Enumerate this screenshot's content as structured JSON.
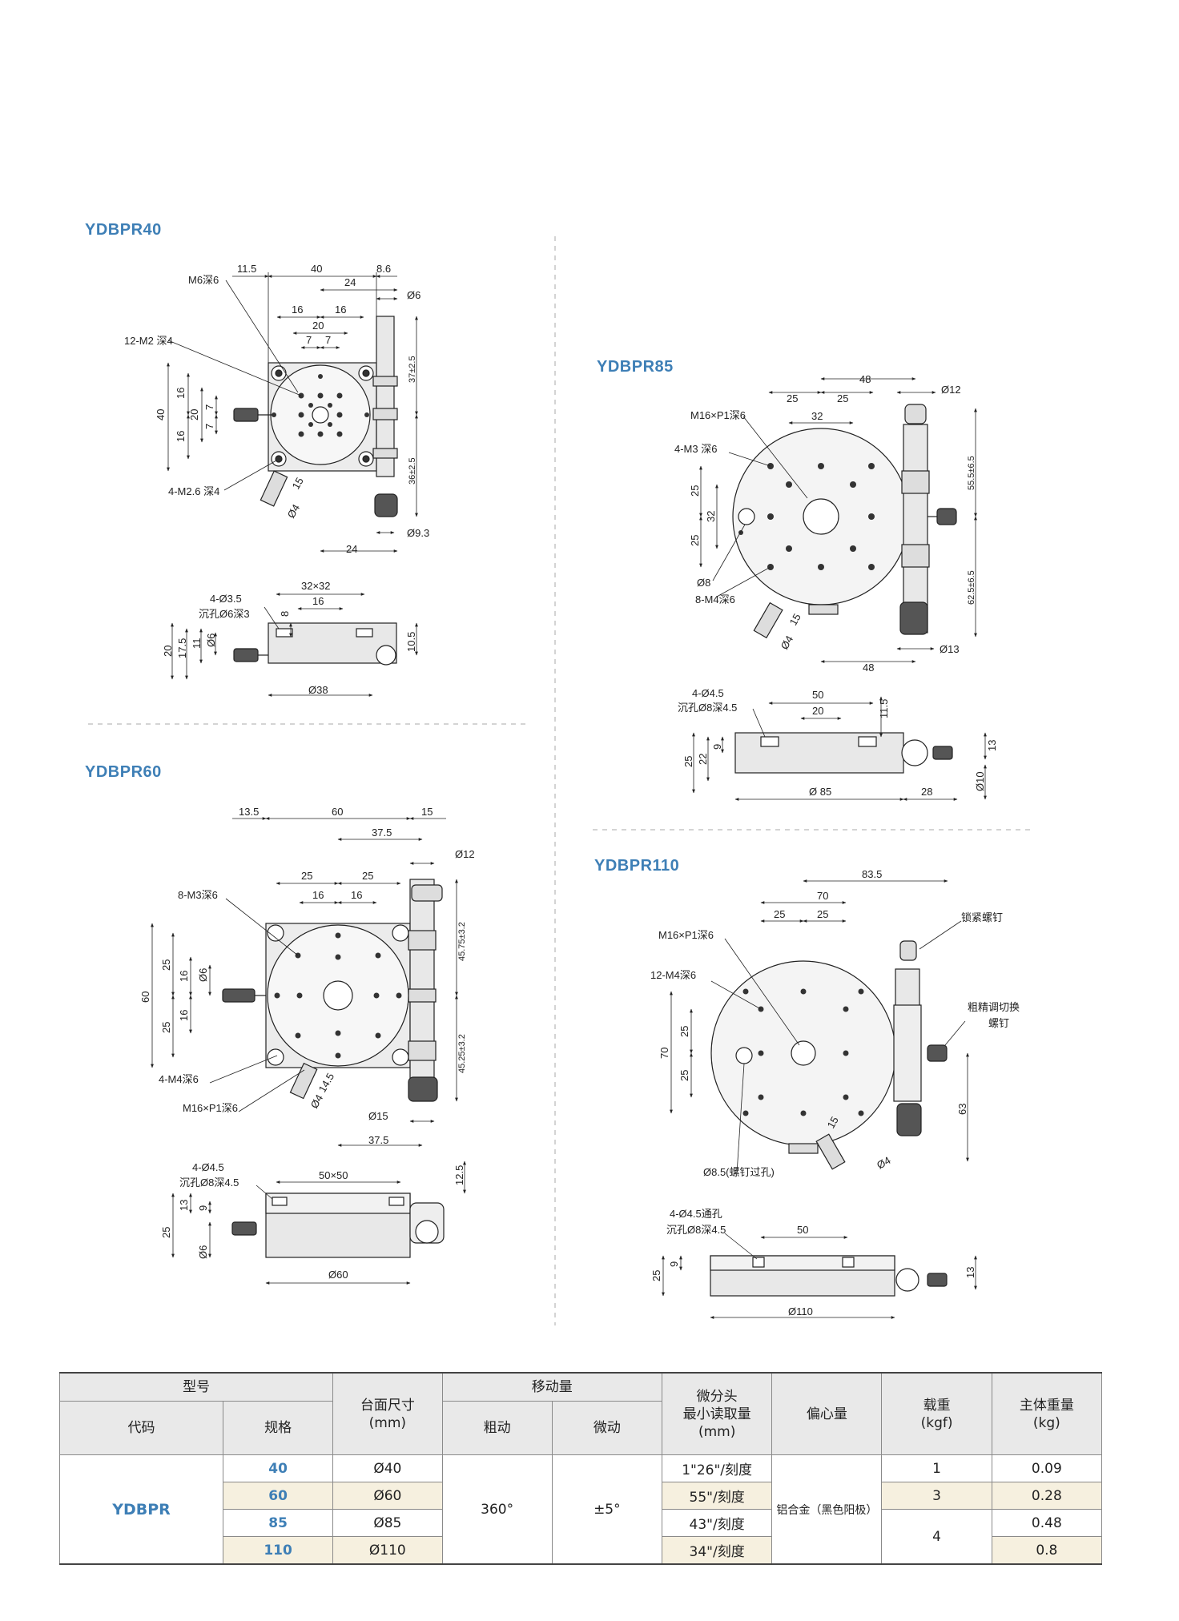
{
  "drawings": {
    "ydbpr40": {
      "title": "YDBPR40",
      "top_view": {
        "dims": [
          "11.5",
          "40",
          "8.6",
          "24",
          "Ø6",
          "16",
          "16",
          "20",
          "7",
          "7",
          "16",
          "7",
          "7",
          "16",
          "20",
          "40",
          "37±2.5",
          "36±2.5",
          "24",
          "Ø9.3",
          "Ø4",
          "15"
        ],
        "notes": [
          "M6深6",
          "12-M2 深4",
          "4-M2.6 深4"
        ]
      },
      "side_view": {
        "dims": [
          "32×32",
          "16",
          "8",
          "20",
          "17.5",
          "11",
          "Ø6",
          "10.5",
          "Ø38"
        ],
        "notes": [
          "4-Ø3.5",
          "沉孔Ø6深3"
        ]
      }
    },
    "ydbpr85": {
      "title": "YDBPR85",
      "top_view": {
        "dims": [
          "48",
          "25",
          "25",
          "Ø12",
          "32",
          "25",
          "32",
          "25",
          "55.5±6.5",
          "62.5±6.5",
          "Ø8",
          "15",
          "Ø4",
          "Ø13",
          "48"
        ],
        "notes": [
          "M16×P1深6",
          "4-M3 深6",
          "8-M4深6"
        ]
      },
      "side_view": {
        "dims": [
          "50",
          "20",
          "11.5",
          "9",
          "22",
          "25",
          "Ø 85",
          "28",
          "13",
          "Ø10"
        ],
        "notes": [
          "4-Ø4.5",
          "沉孔Ø8深4.5"
        ]
      }
    },
    "ydbpr60": {
      "title": "YDBPR60",
      "top_view": {
        "dims": [
          "13.5",
          "60",
          "15",
          "37.5",
          "Ø12",
          "25",
          "25",
          "16",
          "16",
          "25",
          "16",
          "Ø6",
          "16",
          "25",
          "60",
          "45.75±3.2",
          "45.25±3.2",
          "14.5",
          "Ø4",
          "Ø15",
          "37.5"
        ],
        "notes": [
          "8-M3深6",
          "4-M4深6",
          "M16×P1深6"
        ]
      },
      "side_view": {
        "dims": [
          "50×50",
          "12.5",
          "9",
          "13",
          "25",
          "Ø6",
          "Ø60"
        ],
        "notes": [
          "4-Ø4.5",
          "沉孔Ø8深4.5"
        ]
      }
    },
    "ydbpr110": {
      "title": "YDBPR110",
      "top_view": {
        "dims": [
          "83.5",
          "70",
          "25",
          "25",
          "25",
          "25",
          "70",
          "63",
          "15",
          "Ø4"
        ],
        "notes": [
          "M16×P1深6",
          "12-M4深6",
          "锁紧螺钉",
          "粗精调切换",
          "螺钉",
          "Ø8.5(螺钉过孔)"
        ]
      },
      "side_view": {
        "dims": [
          "50",
          "9",
          "25",
          "13",
          "Ø110"
        ],
        "notes": [
          "4-Ø4.5通孔",
          "沉孔Ø8深4.5"
        ]
      }
    }
  },
  "spec_table": {
    "headers": {
      "model": "型号",
      "code": "代码",
      "spec": "规格",
      "table_size": "台面尺寸",
      "table_size_unit": "(mm)",
      "travel": "移动量",
      "coarse": "粗动",
      "fine": "微动",
      "micrometer_l1": "微分头",
      "micrometer_l2": "最小读取量",
      "micrometer_unit": "(mm)",
      "eccentric": "偏心量",
      "load": "载重",
      "load_unit": "(kgf)",
      "weight": "主体重量",
      "weight_unit": "(kg)"
    },
    "code": "YDBPR",
    "coarse_value": "360°",
    "fine_value": "±5°",
    "eccentric_value": "铝合金（黑色阳极）",
    "rows": [
      {
        "spec": "40",
        "size": "Ø40",
        "micrometer": "1\"26\"/刻度",
        "load": "1",
        "weight": "0.09"
      },
      {
        "spec": "60",
        "size": "Ø60",
        "micrometer": "55\"/刻度",
        "load": "3",
        "weight": "0.28"
      },
      {
        "spec": "85",
        "size": "Ø85",
        "micrometer": "43\"/刻度",
        "load": "4",
        "weight": "0.48"
      },
      {
        "spec": "110",
        "size": "Ø110",
        "micrometer": "34\"/刻度",
        "load": "",
        "weight": "0.8"
      }
    ]
  },
  "colors": {
    "accent_blue": "#3e7fb6",
    "header_gray": "#e9e9e9",
    "row_highlight": "#f6f0df"
  }
}
